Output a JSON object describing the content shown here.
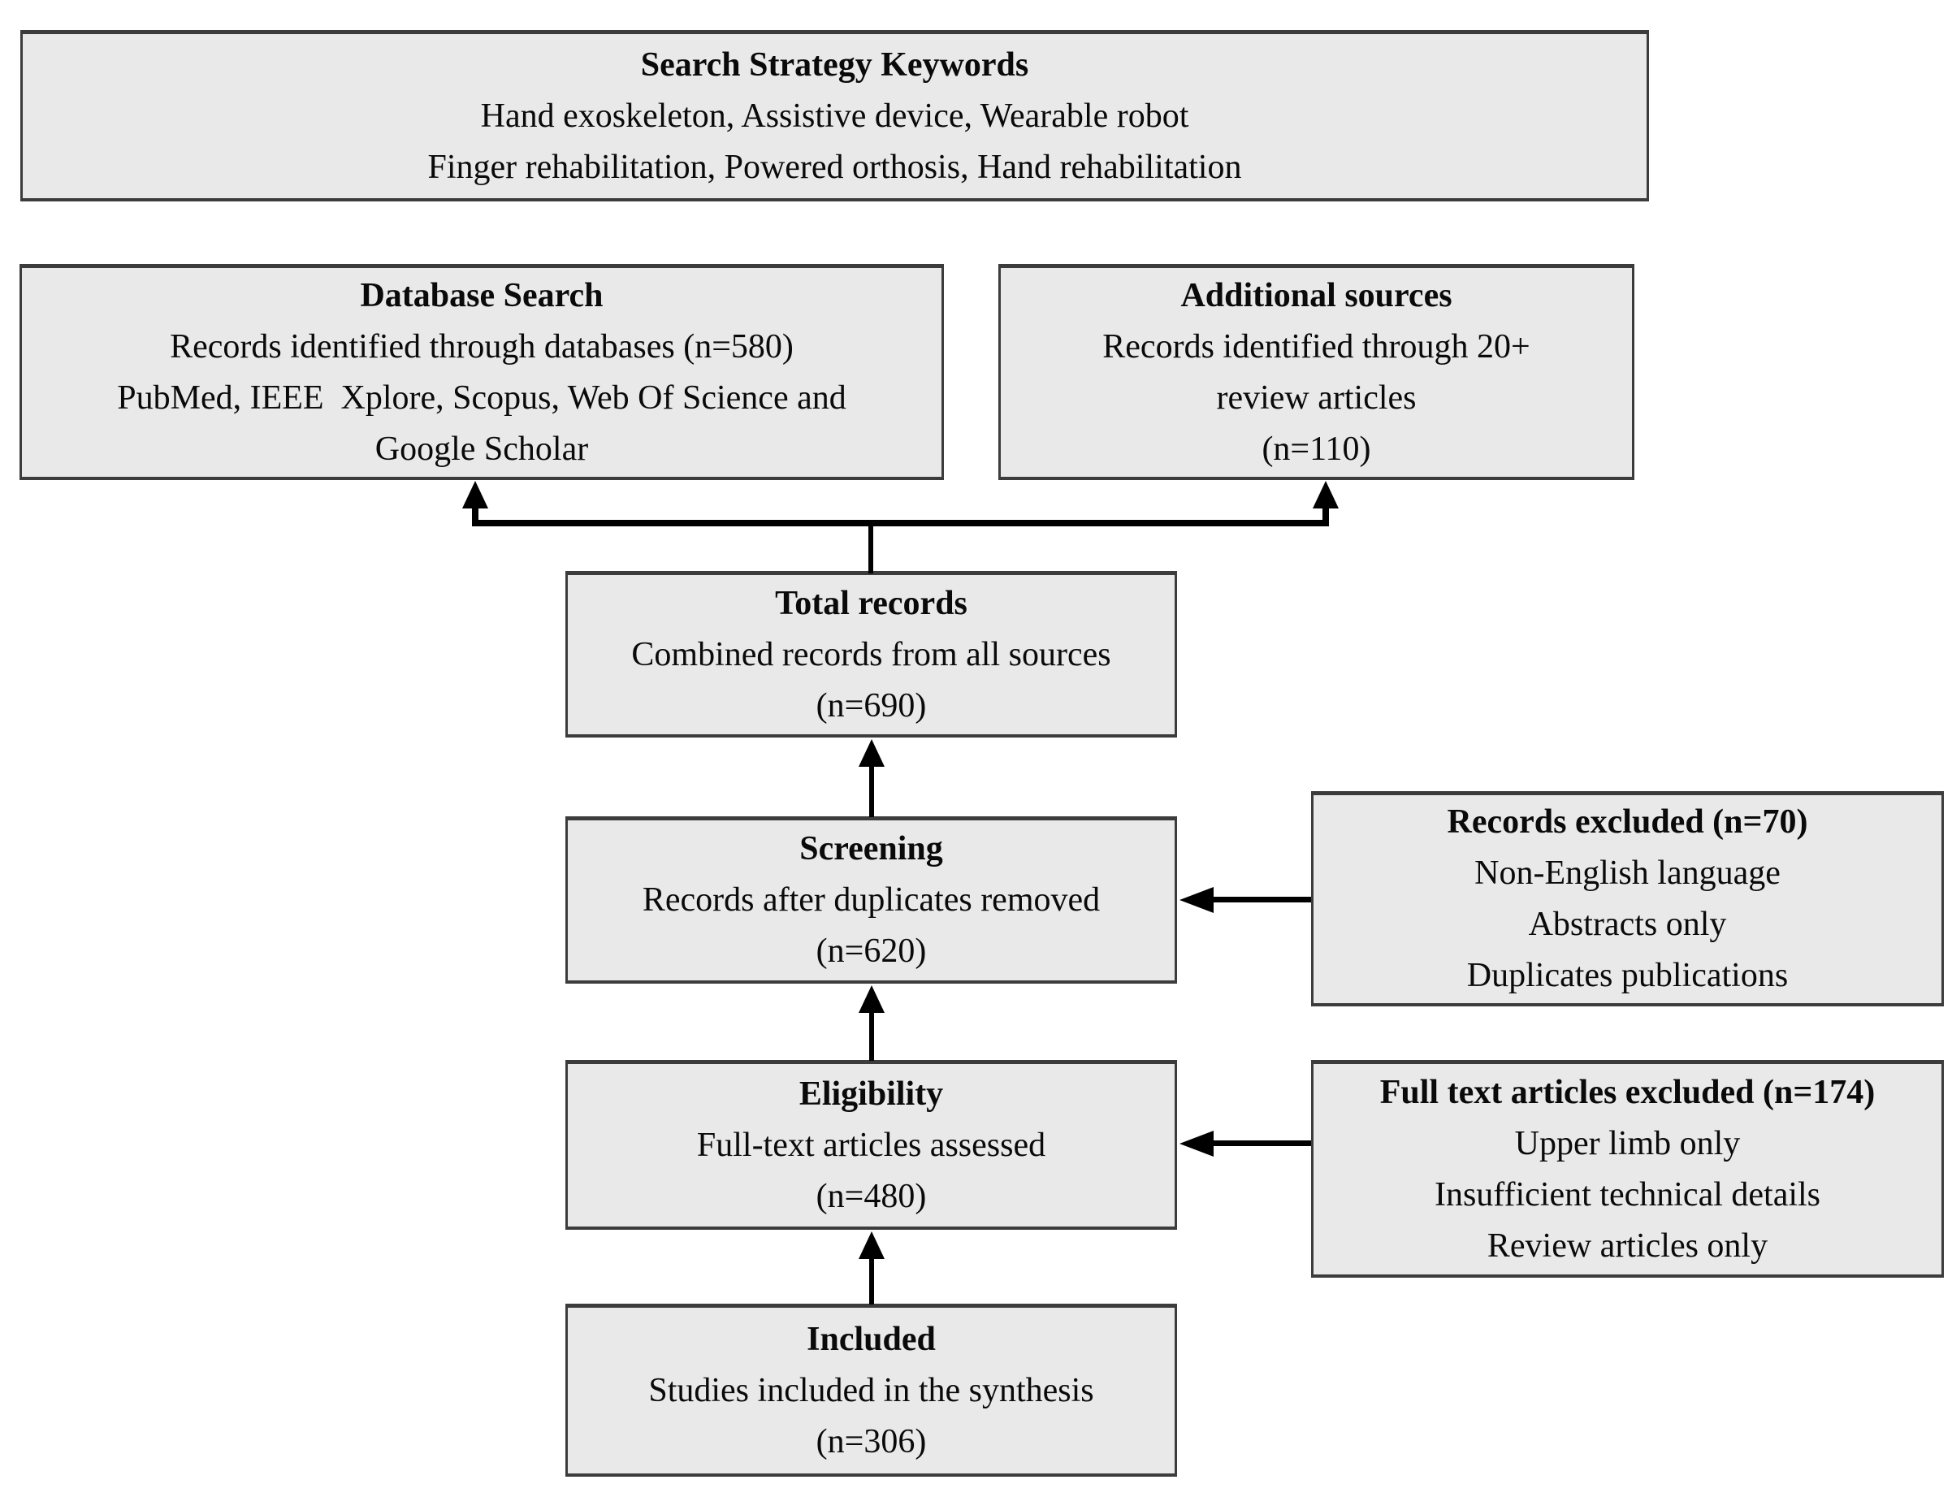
{
  "diagram_title": "PRISMA-style literature search flow diagram",
  "colors": {
    "box_fill": "#e9e9e9",
    "box_border": "#3c3c3c",
    "arrow": "#000000",
    "background": "#ffffff",
    "text": "#0a0a0a"
  },
  "boxes": {
    "keywords": {
      "title": "Search Strategy Keywords",
      "lines": [
        "Hand exoskeleton, Assistive device, Wearable robot",
        "Finger rehabilitation, Powered orthosis, Hand rehabilitation"
      ]
    },
    "database": {
      "title": "Database Search",
      "lines": [
        "Records identified through databases (n=580)",
        "PubMed, IEEE  Xplore, Scopus, Web Of Science and",
        "Google Scholar"
      ]
    },
    "additional": {
      "title": "Additional sources",
      "lines": [
        "Records identified through 20+",
        "review articles",
        "(n=110)"
      ]
    },
    "total": {
      "title": "Total records",
      "lines": [
        "Combined records from all sources",
        "(n=690)"
      ]
    },
    "screening": {
      "title": "Screening",
      "lines": [
        "Records after duplicates removed",
        "(n=620)"
      ]
    },
    "records_excluded": {
      "title": "Records excluded (n=70)",
      "lines": [
        "Non-English language",
        "Abstracts only",
        "Duplicates publications"
      ]
    },
    "eligibility": {
      "title": "Eligibility",
      "lines": [
        "Full-text articles assessed",
        "(n=480)"
      ]
    },
    "fulltext_excluded": {
      "title": "Full text articles excluded (n=174)",
      "lines": [
        "Upper limb only",
        "Insufficient technical details",
        "Review articles only"
      ]
    },
    "included": {
      "title": "Included",
      "lines": [
        "Studies included in the synthesis",
        "(n=306)"
      ]
    }
  }
}
